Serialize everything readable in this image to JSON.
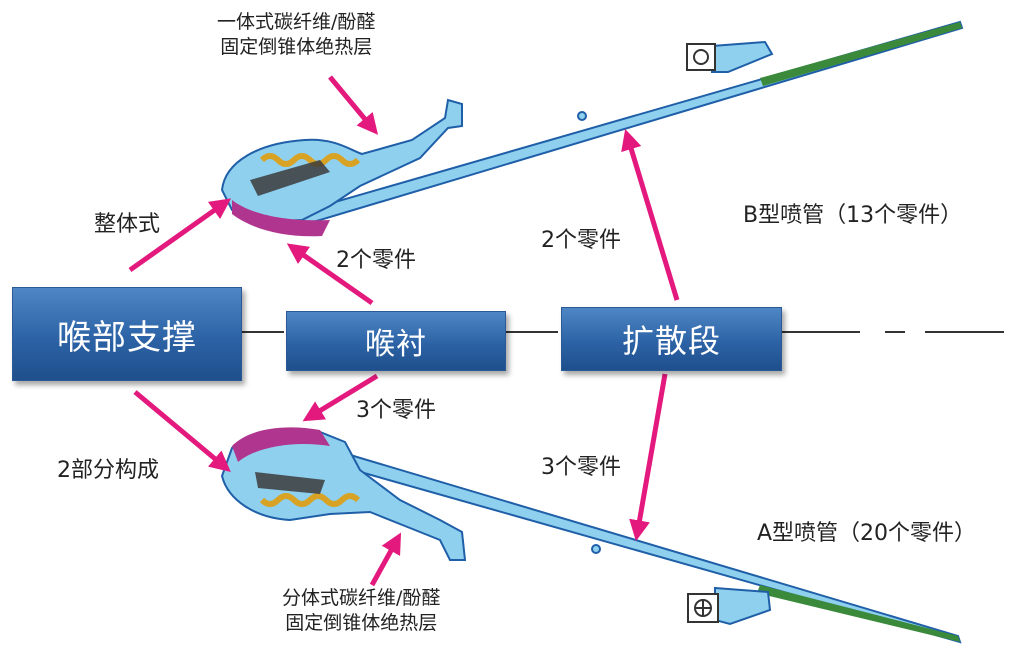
{
  "boxes": {
    "throat_support": "喉部支撑",
    "throat_liner": "喉衬",
    "expansion_section": "扩散段"
  },
  "labels": {
    "integral": "整体式",
    "two_parts_construction": "2部分构成",
    "liner_two_parts": "2个零件",
    "liner_three_parts": "3个零件",
    "expansion_two_parts": "2个零件",
    "expansion_three_parts": "3个零件",
    "nozzle_b": "B型喷管（13个零件）",
    "nozzle_a": "A型喷管（20个零件）",
    "top_insulation_line1": "一体式碳纤维/酚醛",
    "top_insulation_line2": "固定倒锥体绝热层",
    "bottom_insulation_line1": "分体式碳纤维/酚醛",
    "bottom_insulation_line2": "固定倒锥体绝热层"
  },
  "colors": {
    "arrow": "#e4197e",
    "box": "#2c63a6",
    "nozzle_light_blue": "#8fd0ef",
    "nozzle_dark_blue": "#1f5fa8",
    "insulation_magenta": "#b0358f",
    "spring_gold": "#d8a324",
    "exit_green": "#3b8a3c"
  }
}
